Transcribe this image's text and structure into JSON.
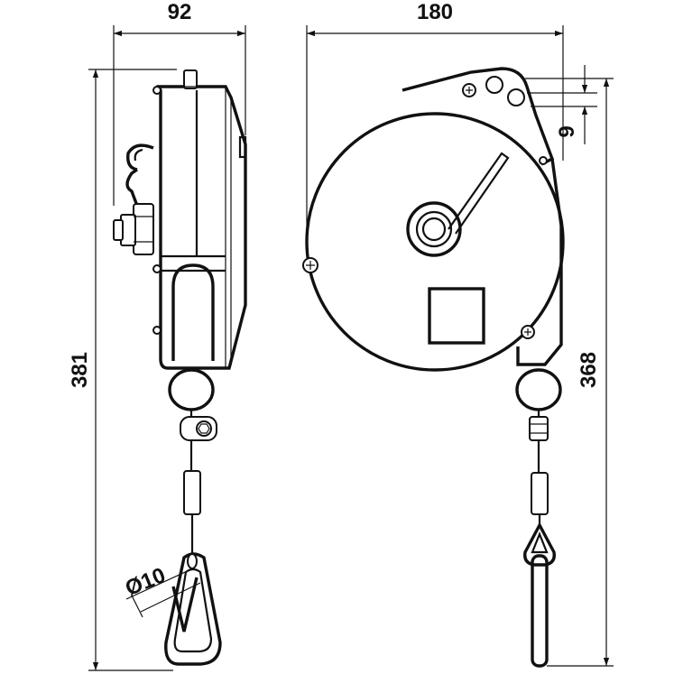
{
  "dimensions": {
    "side_width": "92",
    "front_width": "180",
    "side_height": "381",
    "front_height": "368",
    "cable_offset": "9",
    "hook_diameter": "Ø10"
  }
}
